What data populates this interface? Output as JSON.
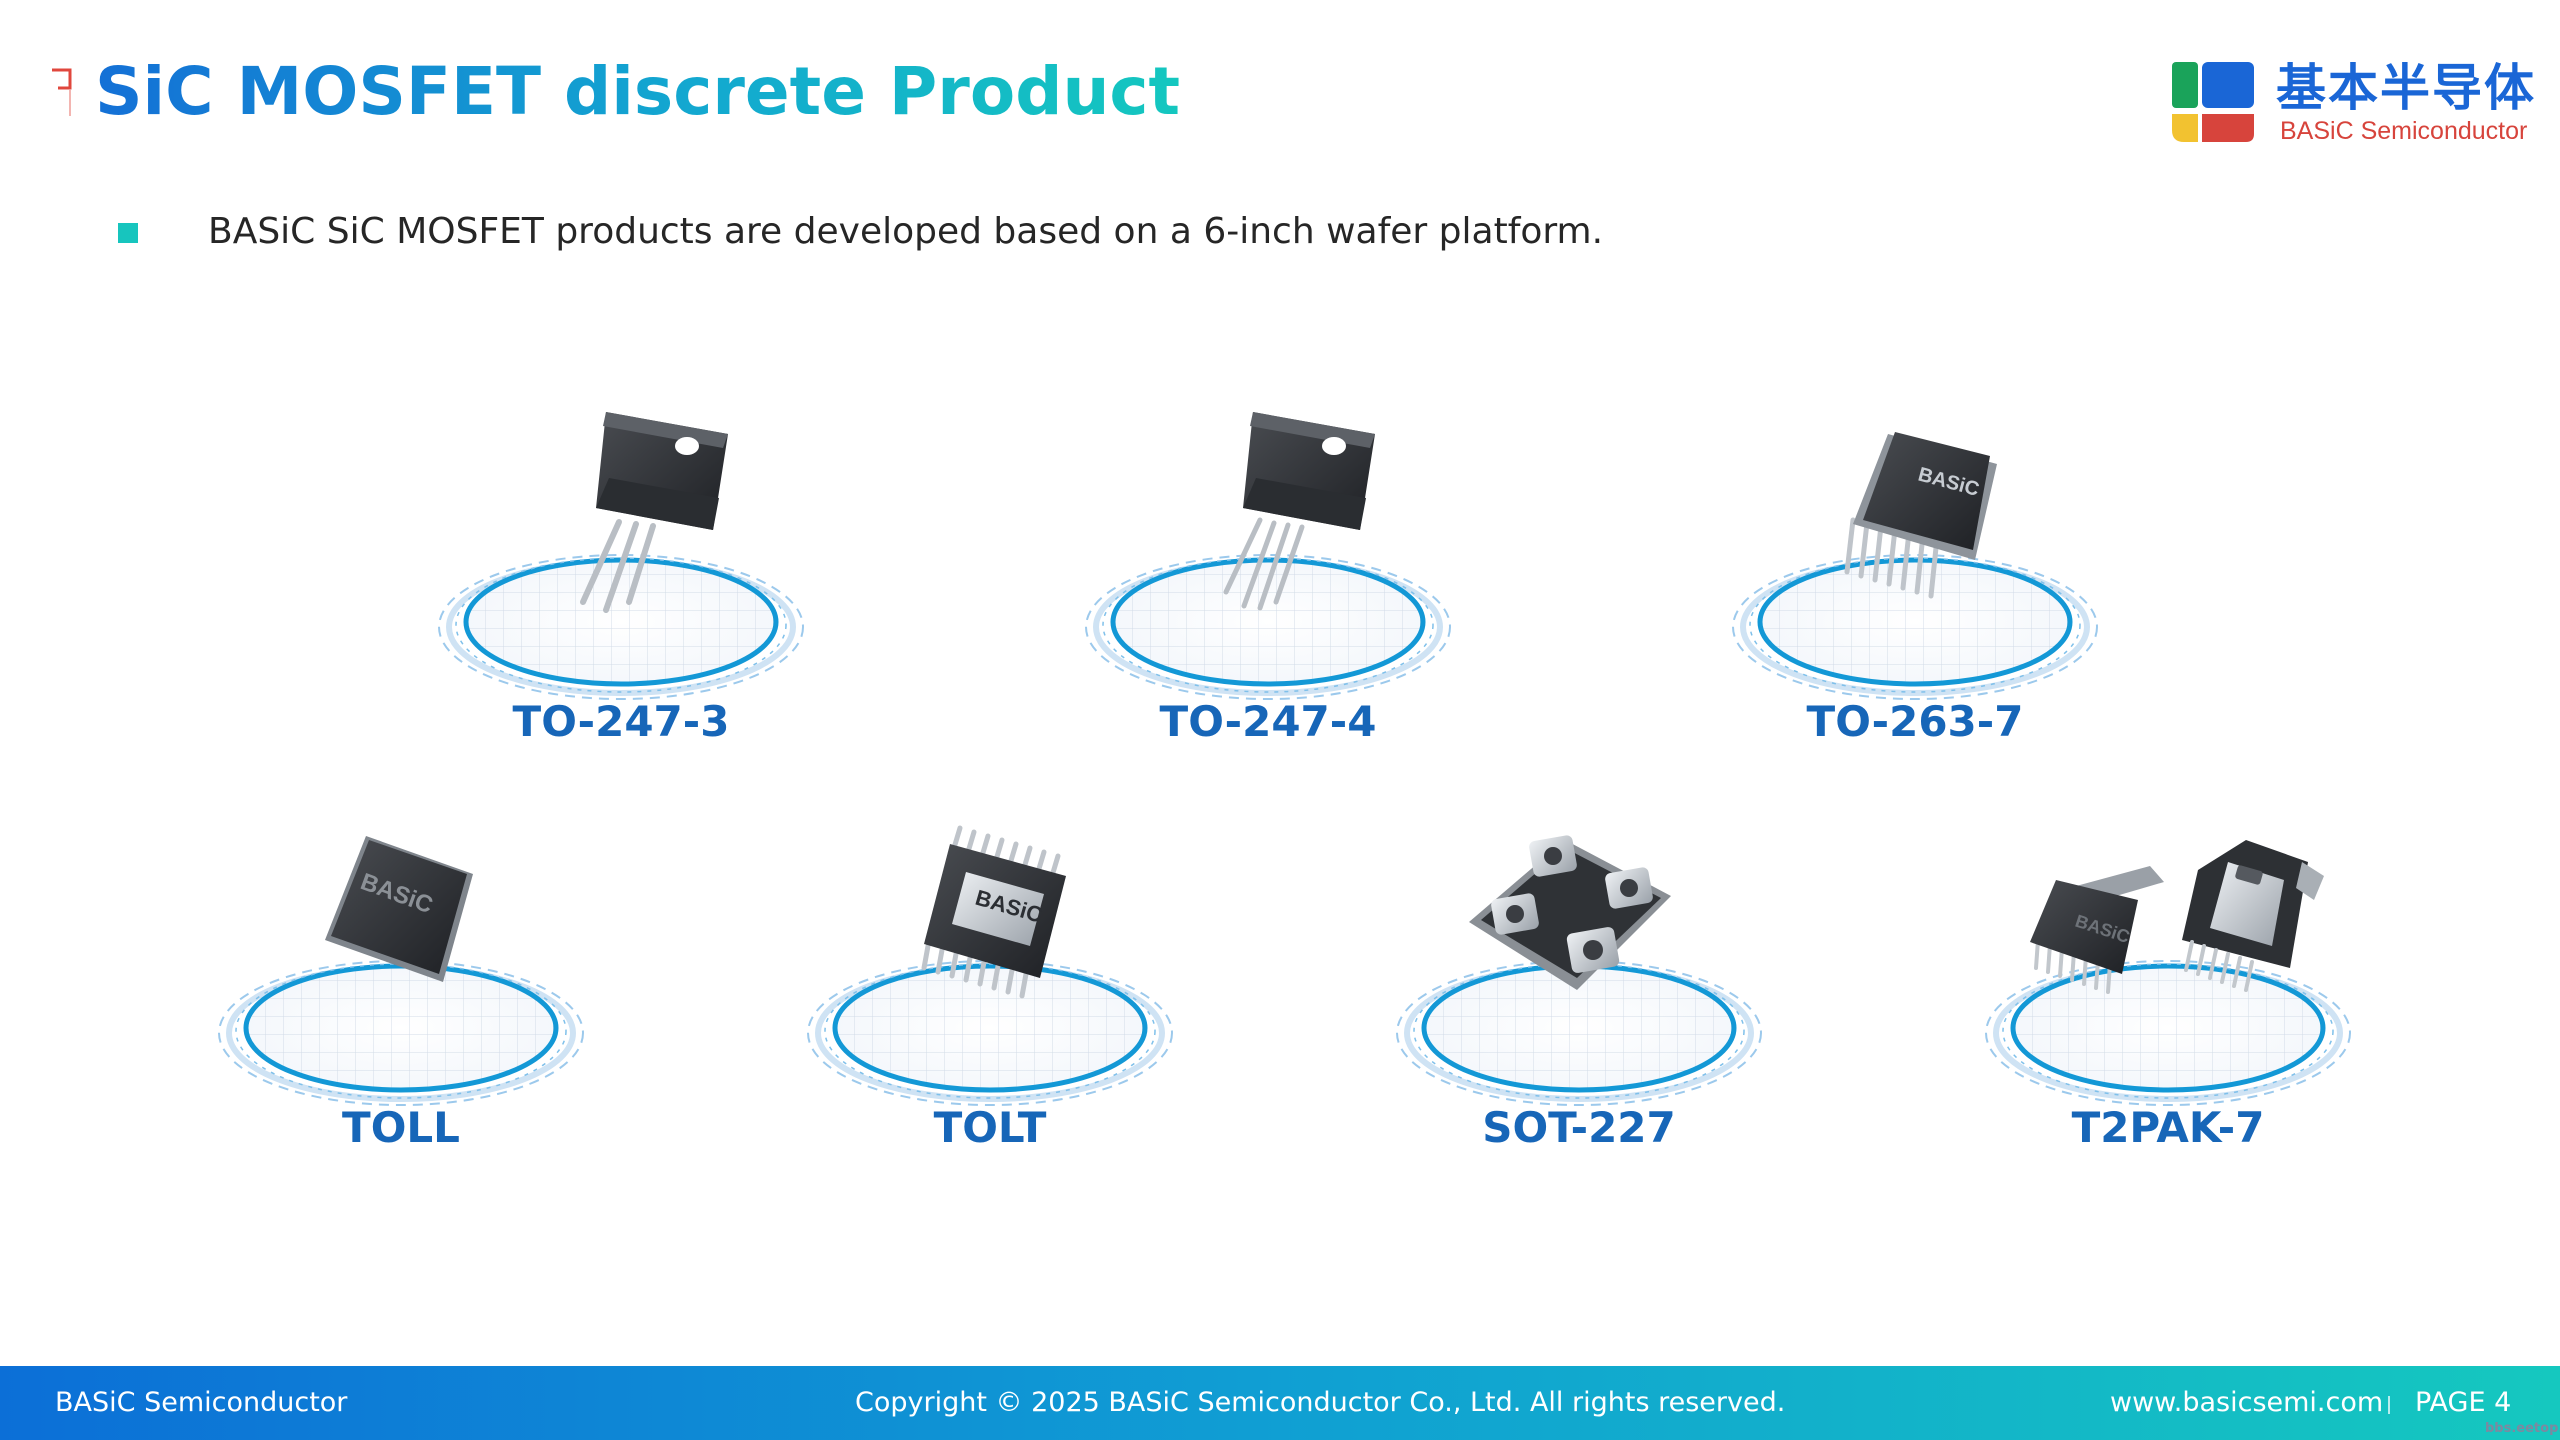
{
  "header": {
    "title": "SiC MOSFET discrete Product",
    "logo_cn": "基本半导体",
    "logo_en": "BASiC Semiconductor",
    "logo_icon": "basic-logo-icon",
    "accent_color": "#1470d6",
    "teal_color": "#17c5be"
  },
  "bullet": {
    "text": "BASiC SiC MOSFET products are developed based on a 6-inch wafer platform."
  },
  "packages": [
    {
      "label": "TO-247-3",
      "icon": "to247-3-package-icon"
    },
    {
      "label": "TO-247-4",
      "icon": "to247-4-package-icon"
    },
    {
      "label": "TO-263-7",
      "icon": "to263-7-package-icon"
    },
    {
      "label": "TOLL",
      "icon": "toll-package-icon",
      "marking": "BASiC"
    },
    {
      "label": "TOLT",
      "icon": "tolt-package-icon",
      "marking": "BASiC"
    },
    {
      "label": "SOT-227",
      "icon": "sot227-package-icon"
    },
    {
      "label": "T2PAK-7",
      "icon": "t2pak7-package-icon",
      "marking": "BASiC"
    }
  ],
  "footer": {
    "company": "BASiC Semiconductor",
    "copyright": "Copyright © 2025 BASiC Semiconductor Co., Ltd. All rights reserved.",
    "url": "www.basicsemi.com",
    "page": "PAGE 4"
  },
  "watermark": "bbs.eetop.cn"
}
